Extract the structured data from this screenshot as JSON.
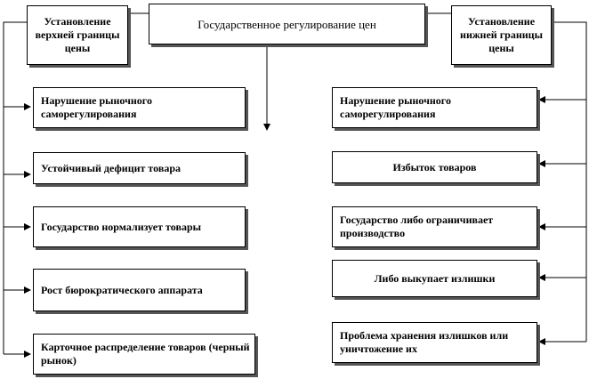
{
  "top": {
    "center": "Государственное регулирование цен",
    "upper": "Установление верхней границы цены",
    "lower": "Установление нижней границы цены"
  },
  "left_items": [
    "Нарушение рыночного саморегулирования",
    "Устойчивый дефицит товара",
    "Государство нормализует товары",
    "Рост бюрократического аппарата",
    "Карточное распределение товаров (черный рынок)"
  ],
  "right_items": [
    "Нарушение рыночного саморегулирования",
    "Избыток товаров",
    "Государство либо ограничивает производство",
    "Либо выкупает излишки",
    "Проблема хранения излишков или уничтожение их"
  ]
}
